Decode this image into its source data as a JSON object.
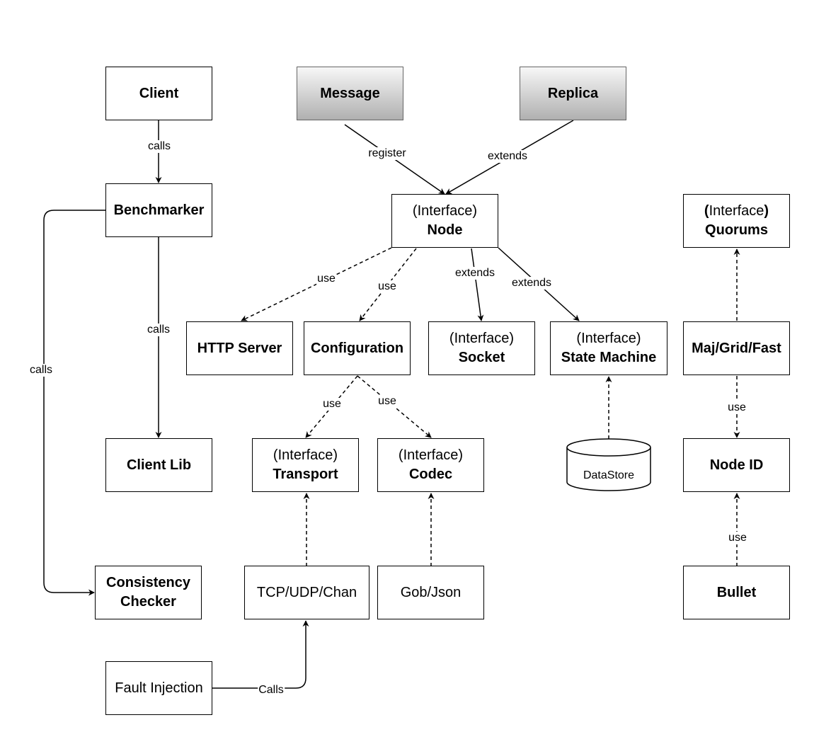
{
  "nodes": {
    "client": "Client",
    "benchmarker": "Benchmarker",
    "client_lib": "Client Lib",
    "consistency_checker": [
      "Consistency",
      "Checker"
    ],
    "fault_injection": "Fault Injection",
    "message": "Message",
    "replica": "Replica",
    "node": {
      "prefix": "(Interface)",
      "name": "Node"
    },
    "http_server": "HTTP Server",
    "configuration": "Configuration",
    "socket": {
      "prefix": "(Interface)",
      "name": "Socket"
    },
    "state_machine": {
      "prefix": "(Interface)",
      "name": "State Machine"
    },
    "transport": {
      "prefix": "(Interface)",
      "name": "Transport"
    },
    "codec": {
      "prefix": "(Interface)",
      "name": "Codec"
    },
    "datastore": "DataStore",
    "tcp_udp_chan": "TCP/UDP/Chan",
    "gob_json": "Gob/Json",
    "quorums": {
      "open": "(",
      "interface": "Interface",
      "close": ")",
      "name": "Quorums"
    },
    "maj_grid_fast": "Maj/Grid/Fast",
    "node_id": "Node ID",
    "bullet": "Bullet"
  },
  "edges": {
    "client_benchmarker": "calls",
    "benchmarker_clientlib": "calls",
    "benchmarker_consistency": "calls",
    "fault_tcp": "Calls",
    "message_node": "register",
    "replica_node": "extends",
    "node_http": "use",
    "node_config": "use",
    "node_socket": "extends",
    "node_statemachine": "extends",
    "config_transport": "use",
    "config_codec": "use",
    "majgrid_nodeid": "use",
    "bullet_nodeid": "use"
  }
}
